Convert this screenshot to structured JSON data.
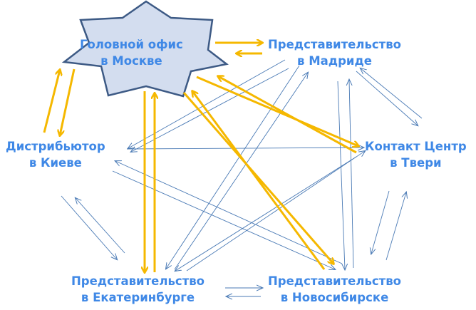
{
  "nodes": {
    "moscow": {
      "line1": "Головной офис",
      "line2": "в Москве"
    },
    "madrid": {
      "line1": "Представительство",
      "line2": "в Мадриде"
    },
    "kiev": {
      "line1": "Дистрибьютор",
      "line2": "в Киеве"
    },
    "tver": {
      "line1": "Контакт Центр",
      "line2": "в Твери"
    },
    "ekaterinburg": {
      "line1": "Представительство",
      "line2": "в Екатеринбурге"
    },
    "novosibirsk": {
      "line1": "Представительство",
      "line2": "в Новосибирске"
    }
  },
  "colors": {
    "primary_link": "#f5b800",
    "secondary_link": "#4a7ab5",
    "label": "#3f88e6",
    "star_fill": "#d3ddef",
    "star_stroke": "#3d5a85"
  }
}
